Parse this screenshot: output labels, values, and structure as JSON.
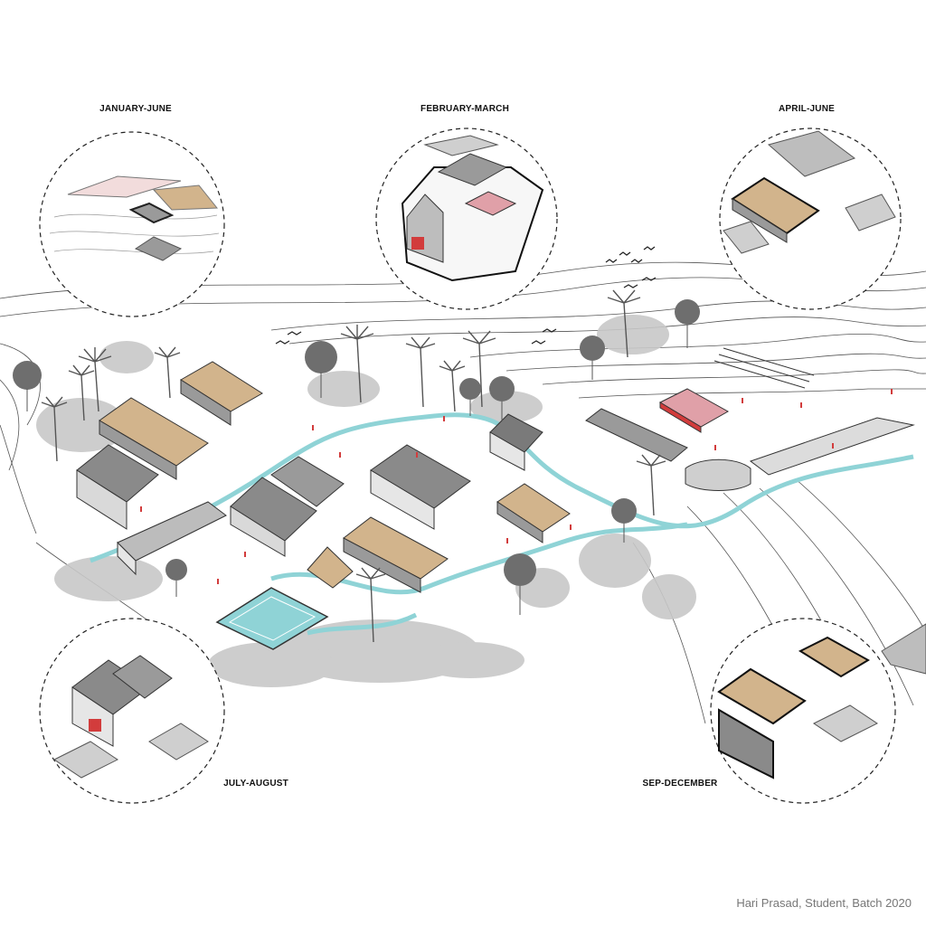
{
  "season_labels": {
    "january_june": "JANUARY-JUNE",
    "february_march": "FEBRUARY-MARCH",
    "april_june": "APRIL-JUNE",
    "july_august": "JULY-AUGUST",
    "sep_december": "SEP-DECEMBER"
  },
  "credit": "Hari Prasad, Student, Batch 2020",
  "colors": {
    "water": "#8fd3d6",
    "roof_highlight": "#d2b48c",
    "accent_red": "#d23c3c",
    "pavilion_red": "#e0a0a8",
    "building_dark": "#7a7a7a",
    "building_mid": "#a6a6a6",
    "vegetation": "#bfbfbf",
    "linework": "#444444"
  },
  "icons": [
    "bird-icon",
    "palm-tree-icon",
    "tree-icon",
    "person-icon"
  ]
}
